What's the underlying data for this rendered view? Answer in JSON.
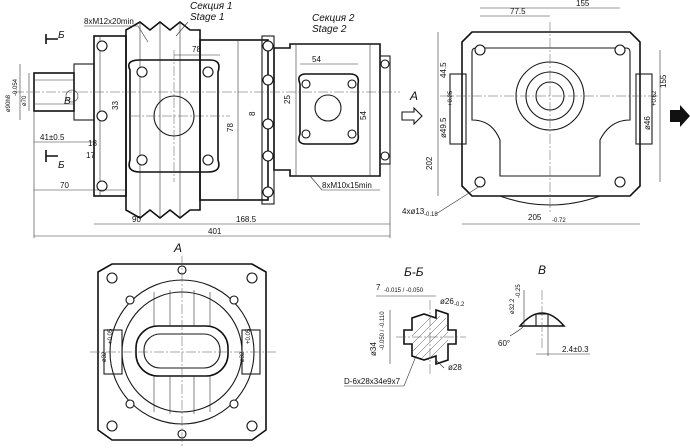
{
  "labels": {
    "section1_ru": "Секция 1",
    "section1_en": "Stage 1",
    "section2_ru": "Секция 2",
    "section2_en": "Stage 2",
    "view_a_arrow": "A",
    "view_a_title": "A",
    "section_bb_title": "Б-Б",
    "view_v_title": "В",
    "cut_b_top": "Б",
    "cut_b_bottom": "Б",
    "detail_v": "В"
  },
  "dimensions": {
    "thread_top": "8xM12x20min",
    "thread_bottom": "8xM10x15min",
    "d_shaft": "ø90h8",
    "d_shaft_tol": "-0.054",
    "d70": "ø70",
    "d41": "41±0.5",
    "d17": "17",
    "d18": "18",
    "d33": "33",
    "d78a": "78",
    "d78b": "78",
    "d8": "8",
    "d54a": "54",
    "d54b": "54",
    "d25": "25",
    "d70len": "70",
    "d90": "90",
    "d168": "168.5",
    "d401": "401",
    "d155top": "155",
    "d77": "77.5",
    "d44": "44.5",
    "d49": "ø49.5",
    "d49_tol": "+0.25",
    "d202": "202",
    "d46": "ø46",
    "d46_tol": "+0.62",
    "d155side": "155",
    "d205": "205",
    "d205_tol": "-0.72",
    "holes": "4xø13",
    "holes_tol": "-0.18",
    "d32a": "ø32",
    "d32a_tol": "+0.05",
    "d32b": "ø32",
    "d32b_tol": "+0.05",
    "bb_7": "7",
    "bb_7_tol": "-0.015 / -0.050",
    "bb_26": "ø26",
    "bb_26_tol": "-0.2",
    "bb_34": "ø34",
    "bb_34_tol": "-0.050 / -0.110",
    "bb_28": "ø28",
    "bb_spline": "D-6x28x34e9x7",
    "v_32": "ø32.2",
    "v_32_tol": "-0.25",
    "v_60": "60°",
    "v_24": "2.4±0.3"
  }
}
